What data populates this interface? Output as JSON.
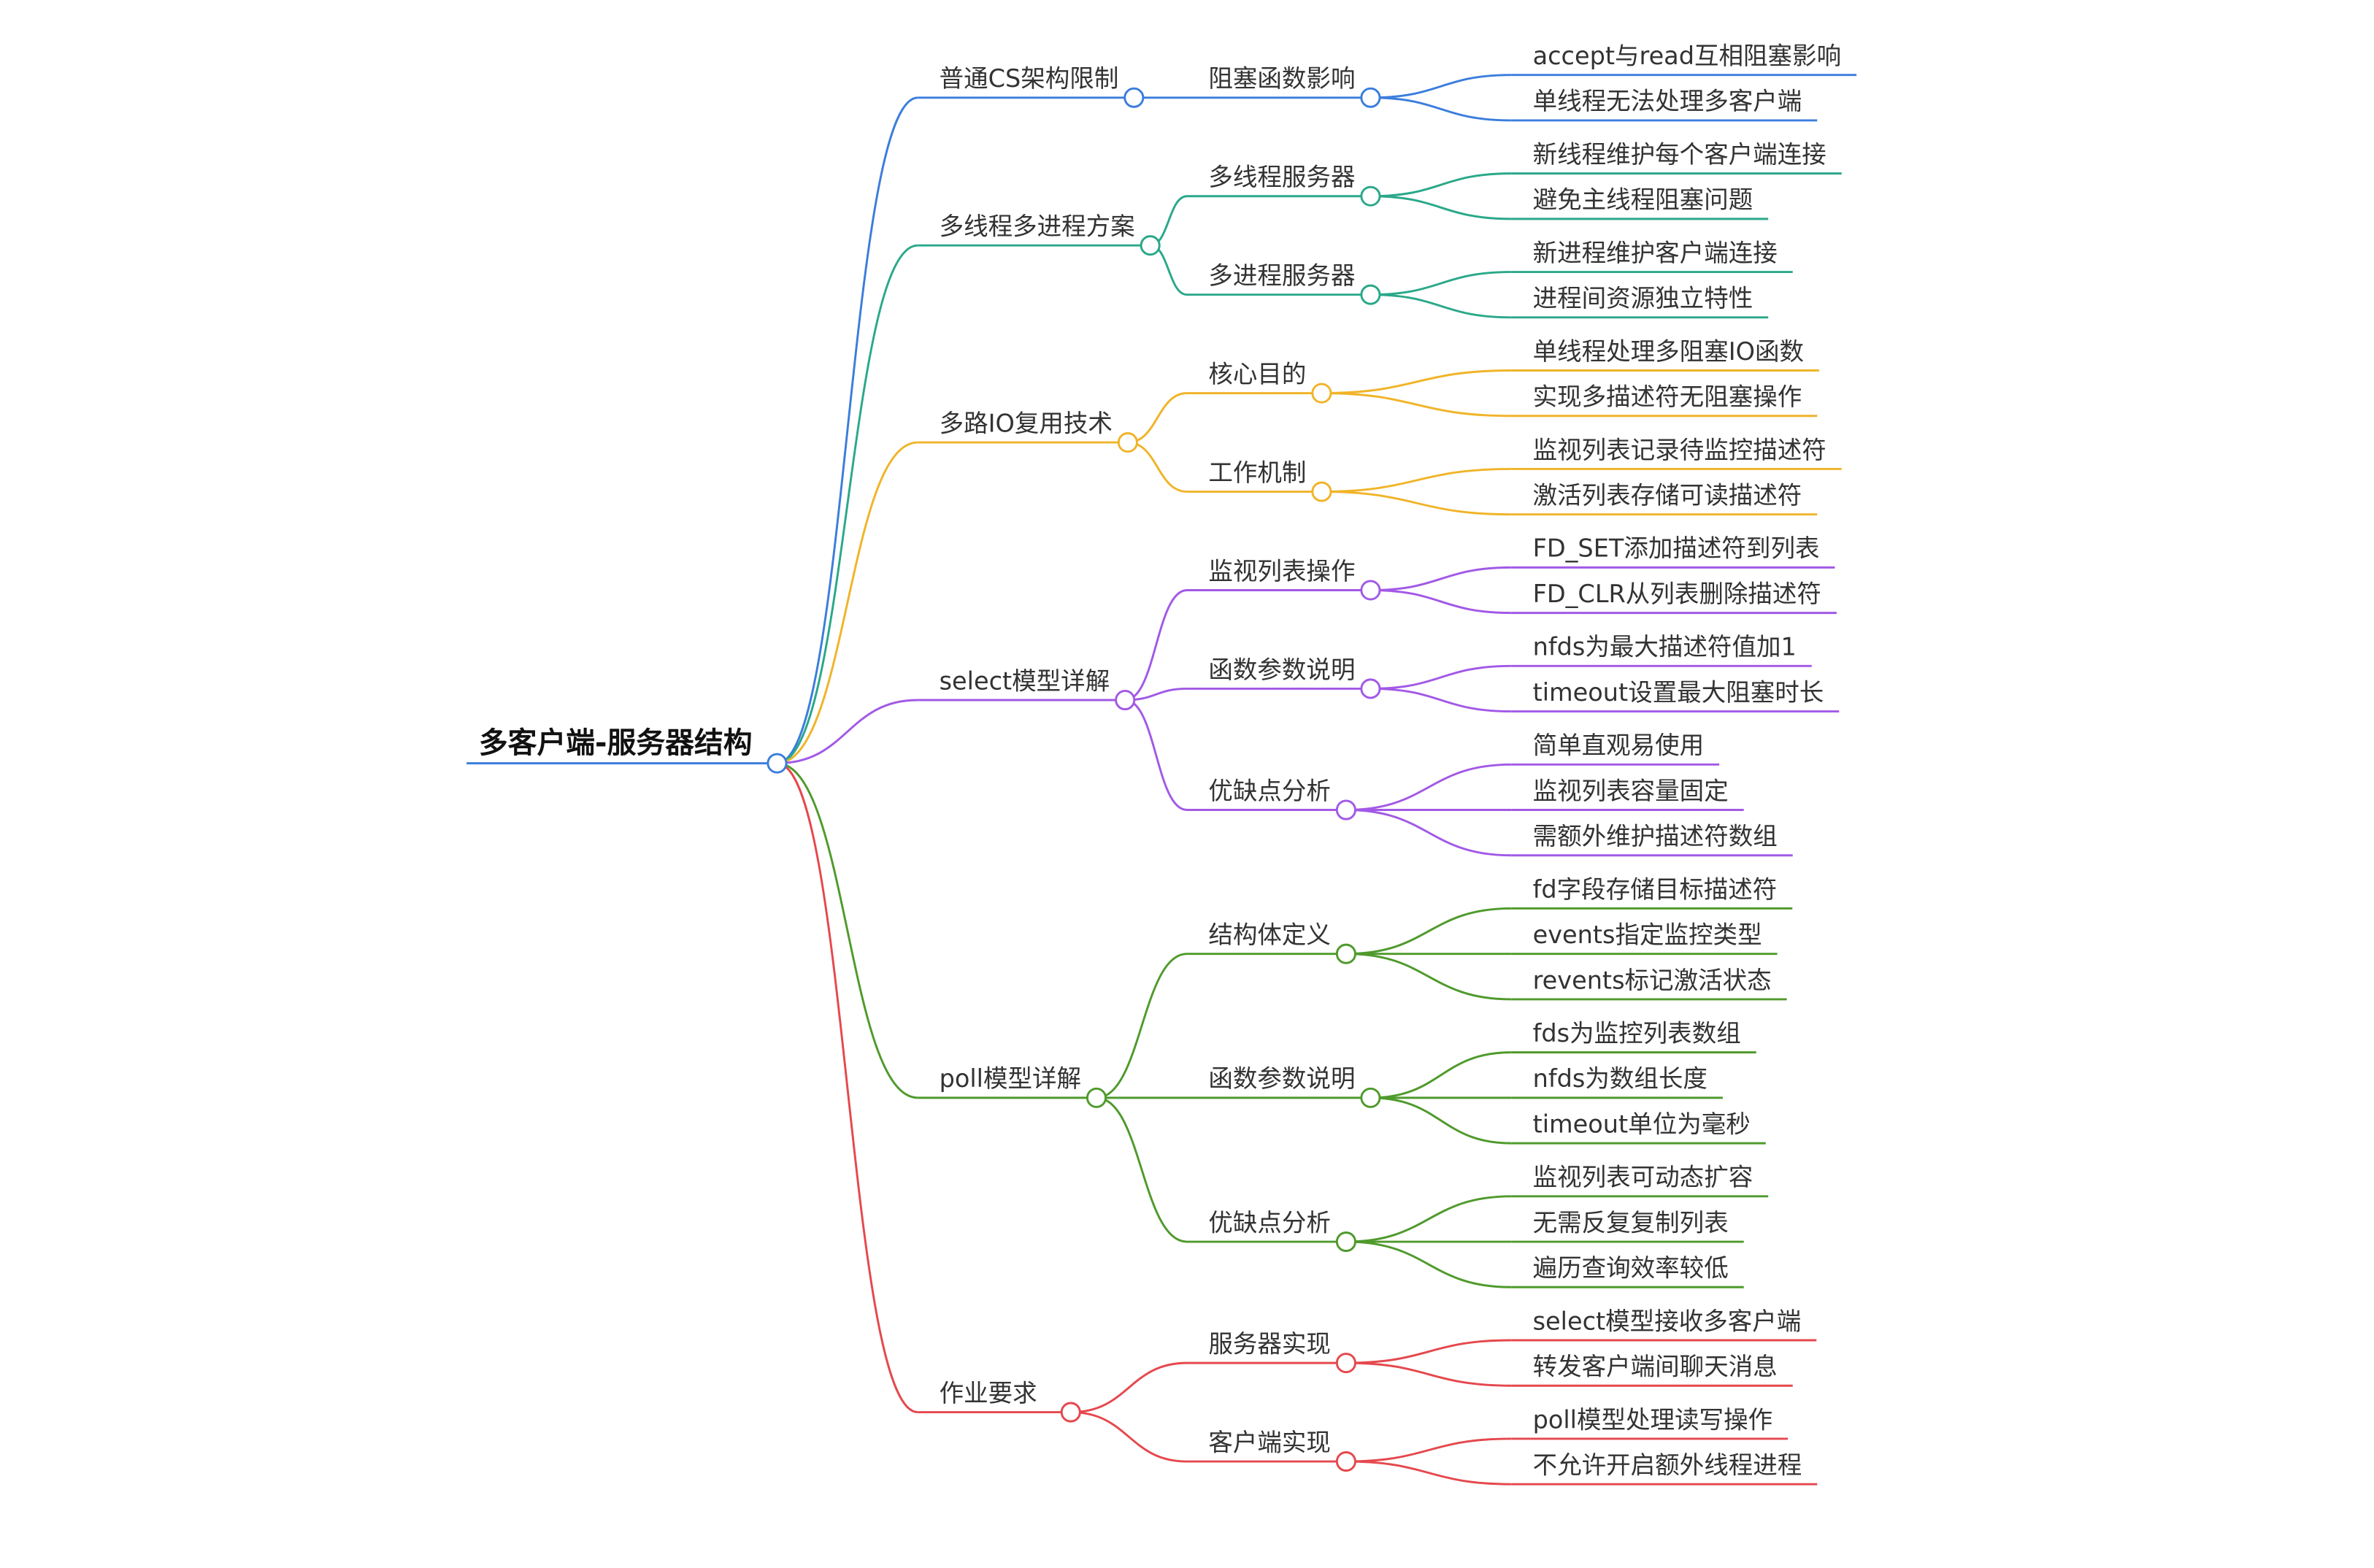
{
  "root": {
    "label": "多客户端-服务器结构",
    "color": "#3b7ddd"
  },
  "branches": [
    {
      "label": "普通CS架构限制",
      "color": "#3b7ddd",
      "children": [
        {
          "label": "阻塞函数影响",
          "children": [
            "accept与read互相阻塞影响",
            "单线程无法处理多客户端"
          ]
        }
      ]
    },
    {
      "label": "多线程多进程方案",
      "color": "#2aa889",
      "children": [
        {
          "label": "多线程服务器",
          "children": [
            "新线程维护每个客户端连接",
            "避免主线程阻塞问题"
          ]
        },
        {
          "label": "多进程服务器",
          "children": [
            "新进程维护客户端连接",
            "进程间资源独立特性"
          ]
        }
      ]
    },
    {
      "label": "多路IO复用技术",
      "color": "#f0b429",
      "children": [
        {
          "label": "核心目的",
          "children": [
            "单线程处理多阻塞IO函数",
            "实现多描述符无阻塞操作"
          ]
        },
        {
          "label": "工作机制",
          "children": [
            "监视列表记录待监控描述符",
            "激活列表存储可读描述符"
          ]
        }
      ]
    },
    {
      "label": "select模型详解",
      "color": "#a259e6",
      "children": [
        {
          "label": "监视列表操作",
          "children": [
            "FD_SET添加描述符到列表",
            "FD_CLR从列表删除描述符"
          ]
        },
        {
          "label": "函数参数说明",
          "children": [
            "nfds为最大描述符值加1",
            "timeout设置最大阻塞时长"
          ]
        },
        {
          "label": "优缺点分析",
          "children": [
            "简单直观易使用",
            "监视列表容量固定",
            "需额外维护描述符数组"
          ]
        }
      ]
    },
    {
      "label": "poll模型详解",
      "color": "#4f9a2c",
      "children": [
        {
          "label": "结构体定义",
          "children": [
            "fd字段存储目标描述符",
            "events指定监控类型",
            "revents标记激活状态"
          ]
        },
        {
          "label": "函数参数说明",
          "children": [
            "fds为监控列表数组",
            "nfds为数组长度",
            "timeout单位为毫秒"
          ]
        },
        {
          "label": "优缺点分析",
          "children": [
            "监视列表可动态扩容",
            "无需反复复制列表",
            "遍历查询效率较低"
          ]
        }
      ]
    },
    {
      "label": "作业要求",
      "color": "#e5484d",
      "children": [
        {
          "label": "服务器实现",
          "children": [
            "select模型接收多客户端",
            "转发客户端间聊天消息"
          ]
        },
        {
          "label": "客户端实现",
          "children": [
            "poll模型处理读写操作",
            "不允许开启额外线程进程"
          ]
        }
      ]
    }
  ]
}
